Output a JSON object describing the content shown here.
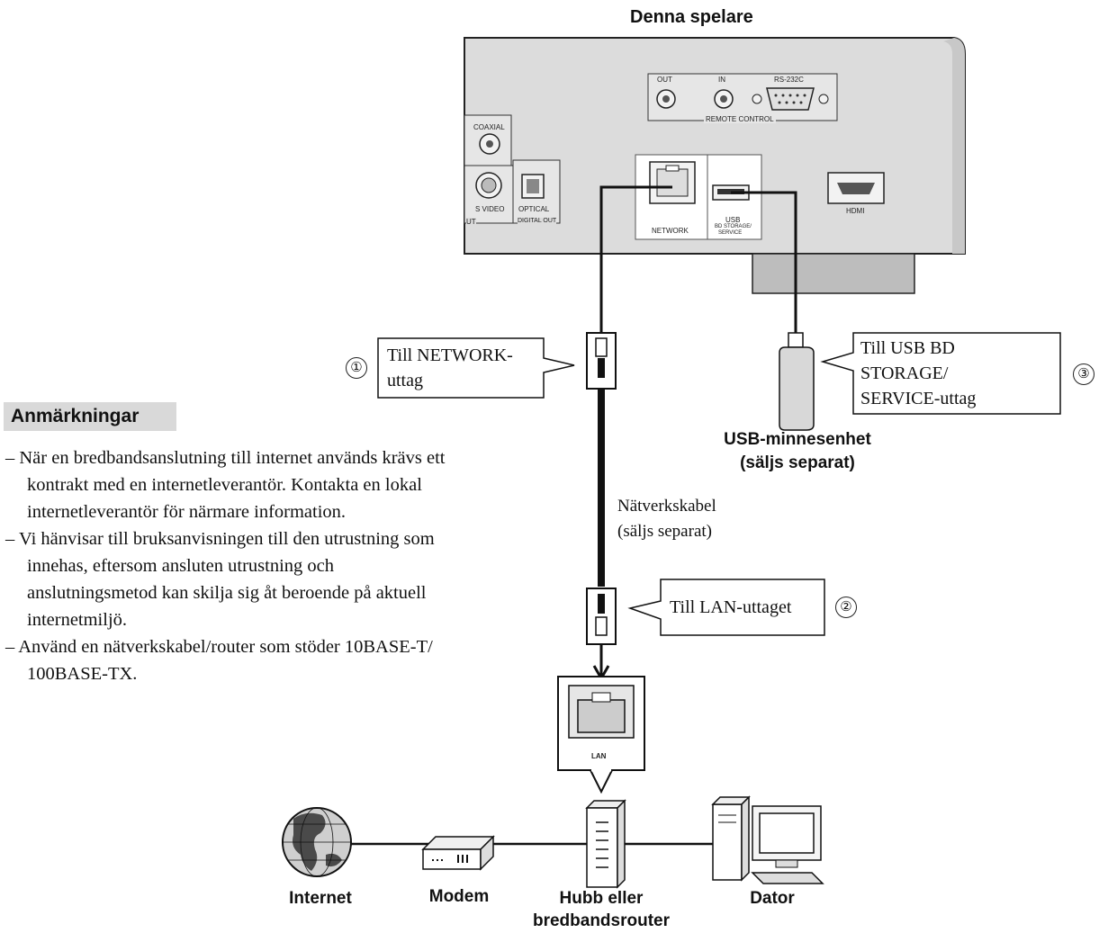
{
  "title": "Denna spelare",
  "panel_labels": {
    "out": "OUT",
    "in": "IN",
    "rs232c": "RS-232C",
    "remote_control": "REMOTE CONTROL",
    "coaxial": "COAXIAL",
    "s_video": "S VIDEO",
    "optical": "OPTICAL",
    "ut": "UT",
    "digital_out": "DIGITAL OUT",
    "network": "NETWORK",
    "usb": "USB",
    "bd_storage": "BD STORAGE/",
    "service": "SERVICE",
    "hdmi": "HDMI",
    "lan": "LAN"
  },
  "callouts": {
    "c1": {
      "number": "①",
      "line1": "Till NETWORK-",
      "line2": "uttag"
    },
    "c2": {
      "number": "②",
      "text": "Till LAN-uttaget"
    },
    "c3": {
      "number": "③",
      "line1": "Till USB BD",
      "line2": "STORAGE/",
      "line3": "SERVICE-uttag"
    }
  },
  "usb_label": {
    "line1": "USB-minnesenhet",
    "line2": "(säljs separat)"
  },
  "cable_label": {
    "line1": "Nätverkskabel",
    "line2": "(säljs separat)"
  },
  "notes": {
    "heading": "Anmärkningar",
    "items": [
      "– När en bredbandsanslutning till internet används krävs ett kontrakt med en internetleverantör. Kontakta en lokal internetleverantör för närmare information.",
      "– Vi hänvisar till bruksanvisningen till den utrustning som innehas, eftersom ansluten utrustning och anslutningsmetod kan skilja sig åt beroende på aktuell internetmiljö.",
      "– Använd en nätverkskabel/router som stöder 10BASE-T/ 100BASE-TX."
    ]
  },
  "devices": {
    "internet": "Internet",
    "modem": "Modem",
    "router_line1": "Hubb eller",
    "router_line2": "bredbandsrouter",
    "computer": "Dator"
  }
}
